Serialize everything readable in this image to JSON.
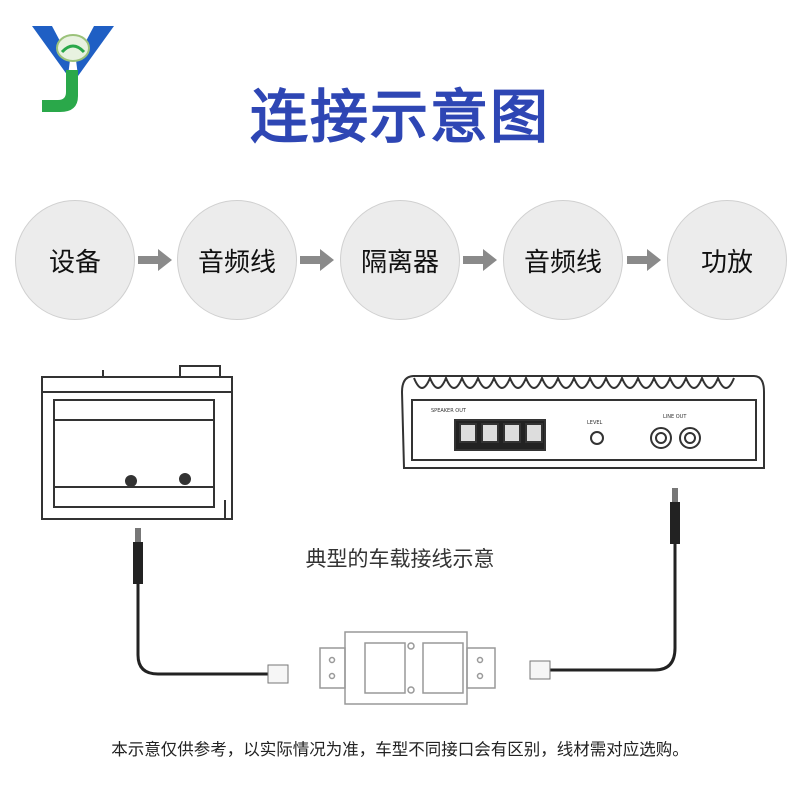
{
  "title": "连接示意图",
  "flow": {
    "nodes": [
      "设备",
      "音频线",
      "隔离器",
      "音频线",
      "功放"
    ]
  },
  "amplifier_labels": {
    "speaker_out": "SPEAKER OUT",
    "level": "LEVEL",
    "line_out": "LINE OUT"
  },
  "caption": "典型的车载接线示意",
  "note": "本示意仅供参考，以实际情况为准，车型不同接口会有区别，线材需对应选购。",
  "colors": {
    "title": "#2e46b4",
    "logo_blue": "#1f5fc4",
    "logo_green": "#2aa84a",
    "node_bg": "#ececec",
    "arrow": "#8a8a8a"
  },
  "icons": [
    "logo-y-icon",
    "arrow-right-icon"
  ]
}
